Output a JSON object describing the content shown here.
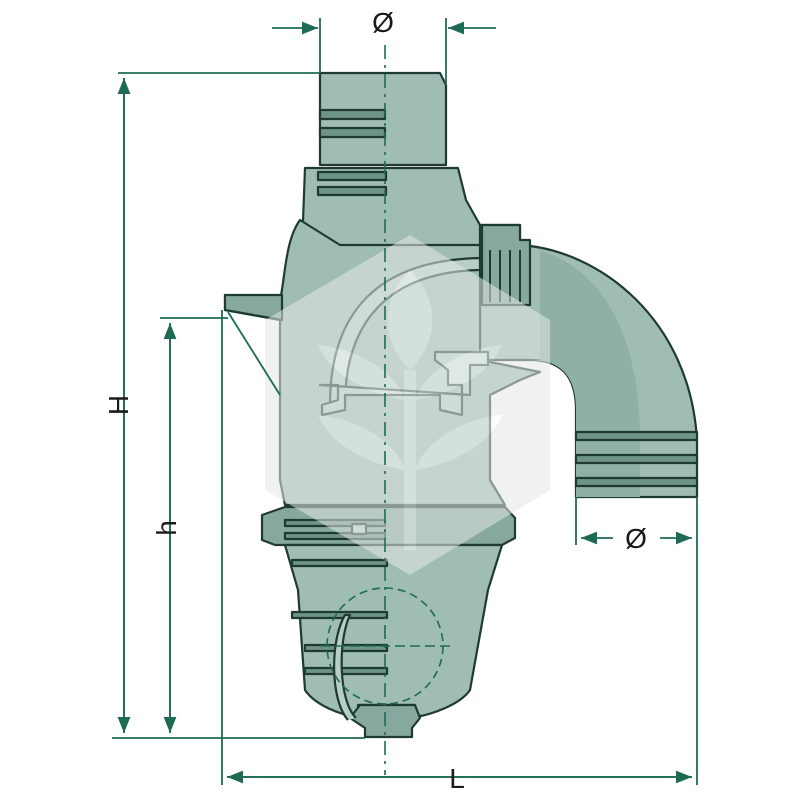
{
  "dimensions": {
    "top_diameter": "Ø",
    "outlet_diameter": "Ø",
    "height_total": "H",
    "height_partial": "h",
    "length": "L"
  },
  "colors": {
    "body_fill": "#9fbdb3",
    "body_dark": "#6e948a",
    "outline": "#1f3a33",
    "dimension_line": "#1e6b55",
    "watermark": "#d8dcda",
    "label": "#1a1a1a"
  },
  "watermark": {
    "icon": "wheat-logo-icon"
  }
}
